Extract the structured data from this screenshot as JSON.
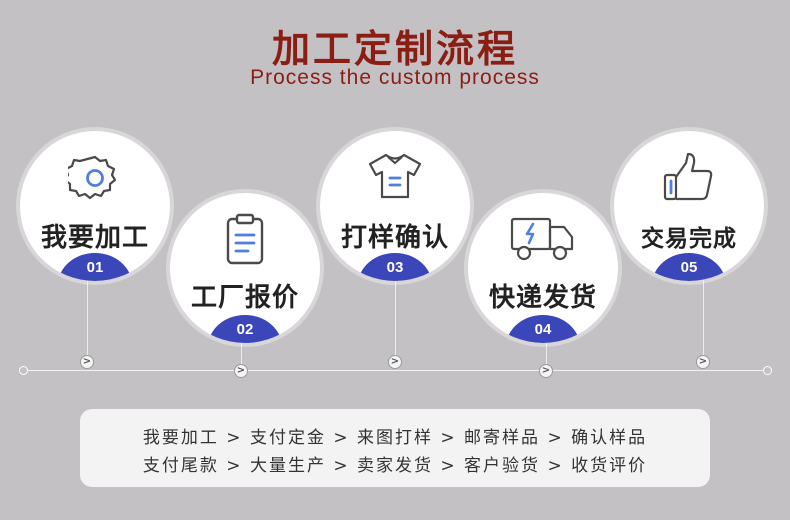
{
  "header": {
    "title": "加工定制流程",
    "subtitle": "Process the custom process"
  },
  "steps": [
    {
      "label": "我要加工",
      "number": "01",
      "icon": "gear-icon"
    },
    {
      "label": "工厂报价",
      "number": "02",
      "icon": "clipboard-icon"
    },
    {
      "label": "打样确认",
      "number": "03",
      "icon": "tshirt-icon"
    },
    {
      "label": "快递发货",
      "number": "04",
      "icon": "delivery-truck-icon"
    },
    {
      "label": "交易完成",
      "number": "05",
      "icon": "thumbs-up-icon"
    }
  ],
  "timeline": {
    "arrow_symbol": ">"
  },
  "summary": {
    "line1": "我要加工 > 支付定金 > 来图打样 > 邮寄样品 > 确认样品",
    "line2": "支付尾款 > 大量生产 > 卖家发货 > 客户验货 > 收货评价"
  },
  "colors": {
    "background": "#c3c1c4",
    "title": "#8b1e14",
    "badge": "#3b46b8",
    "icon_stroke": "#4a4a4a",
    "icon_accent": "#4f7ee0"
  }
}
